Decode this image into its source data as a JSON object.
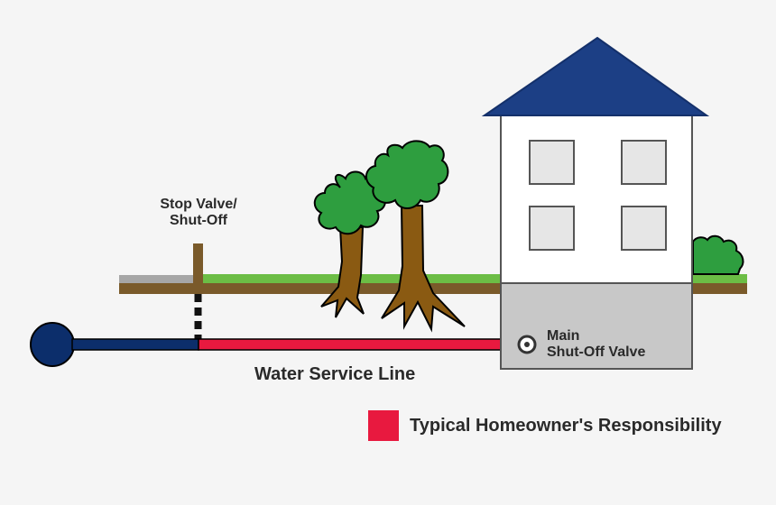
{
  "labels": {
    "stop_valve_line1": "Stop Valve/",
    "stop_valve_line2": "Shut-Off",
    "main_valve_line1": "Main",
    "main_valve_line2": "Shut-Off Valve",
    "water_service_line": "Water Service Line"
  },
  "legend": {
    "text": "Typical Homeowner's Responsibility",
    "color": "#e8193f"
  },
  "colors": {
    "background": "#f5f5f5",
    "roof": "#1c3f85",
    "city_pipe": "#0c2e6b",
    "homeowner_pipe": "#e8193f",
    "grass": "#6cbd45",
    "soil": "#7a5a2a",
    "foliage": "#2e9e3f",
    "trunk": "#8a5a12",
    "house_wall": "#ffffff",
    "foundation": "#c8c8c8"
  }
}
